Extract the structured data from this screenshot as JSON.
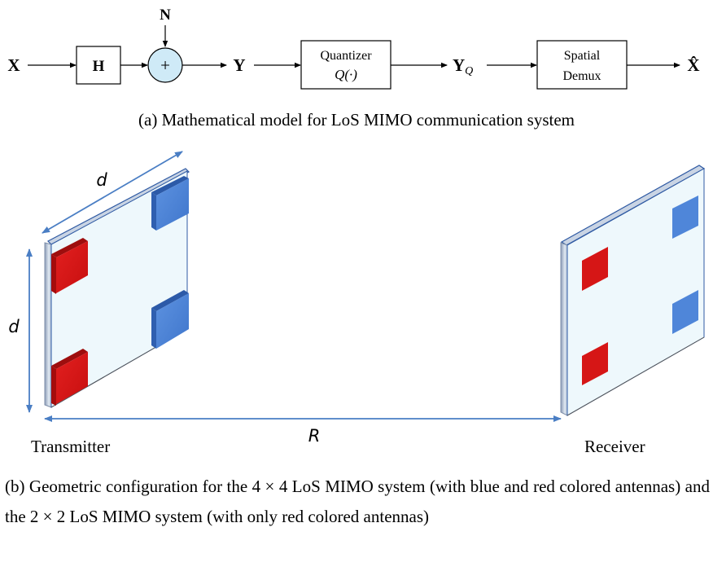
{
  "block_diagram": {
    "input": "X",
    "channel": "H",
    "noise": "N",
    "adder": "+",
    "received": "Y",
    "quantizer_line1": "Quantizer",
    "quantizer_line2": "Q(·)",
    "quantized": "Y",
    "quantized_sub": "Q",
    "demux_line1": "Spatial",
    "demux_line2": "Demux",
    "output": "X̂"
  },
  "caption_a": "(a) Mathematical model for LoS MIMO communication system",
  "geometry": {
    "width_label": "d",
    "height_label": "d",
    "distance_label": "R",
    "transmitter_label": "Transmitter",
    "receiver_label": "Receiver"
  },
  "caption_b": "(b) Geometric configuration for the 4 × 4 LoS MIMO system (with blue and red colored antennas) and the 2 × 2 LoS MIMO system (with only red colored antennas)",
  "colors": {
    "adder_fill": "#cfeaf7",
    "panel_fill": "#eef8fc",
    "panel_border": "#2f5aa3",
    "antenna_red": "#d61616",
    "antenna_blue": "#4f86d9",
    "dimension_line": "#4a7ec4"
  }
}
